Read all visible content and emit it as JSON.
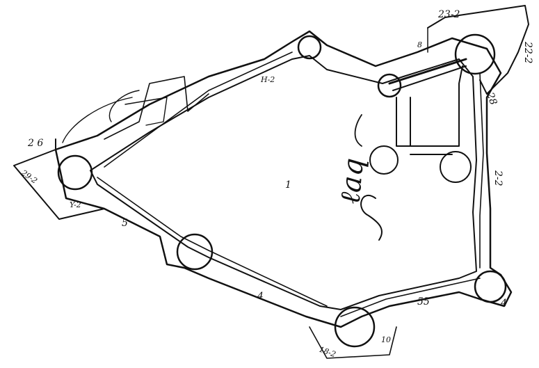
{
  "plan": {
    "center_label": "1",
    "dimensions": [
      {
        "id": "top-right-a",
        "text": "23-2"
      },
      {
        "id": "top-right-b",
        "text": "22-2"
      },
      {
        "id": "right-upper",
        "text": "28"
      },
      {
        "id": "right-mid",
        "text": "2-2"
      },
      {
        "id": "left-point",
        "text": "29-2"
      },
      {
        "id": "left-26",
        "text": "2 6"
      },
      {
        "id": "left-lower",
        "text": "Y-2"
      },
      {
        "id": "bottom-left-5",
        "text": "5"
      },
      {
        "id": "bottom-mid-4",
        "text": "4"
      },
      {
        "id": "bottom-55",
        "text": "55"
      },
      {
        "id": "bottom-right-4",
        "text": "4"
      },
      {
        "id": "top-8",
        "text": "8"
      },
      {
        "id": "top-h2",
        "text": "H-2"
      },
      {
        "id": "bottom-tower",
        "text": "18-2"
      },
      {
        "id": "bottom-10",
        "text": "10"
      }
    ],
    "script_text": "ℓaq"
  }
}
